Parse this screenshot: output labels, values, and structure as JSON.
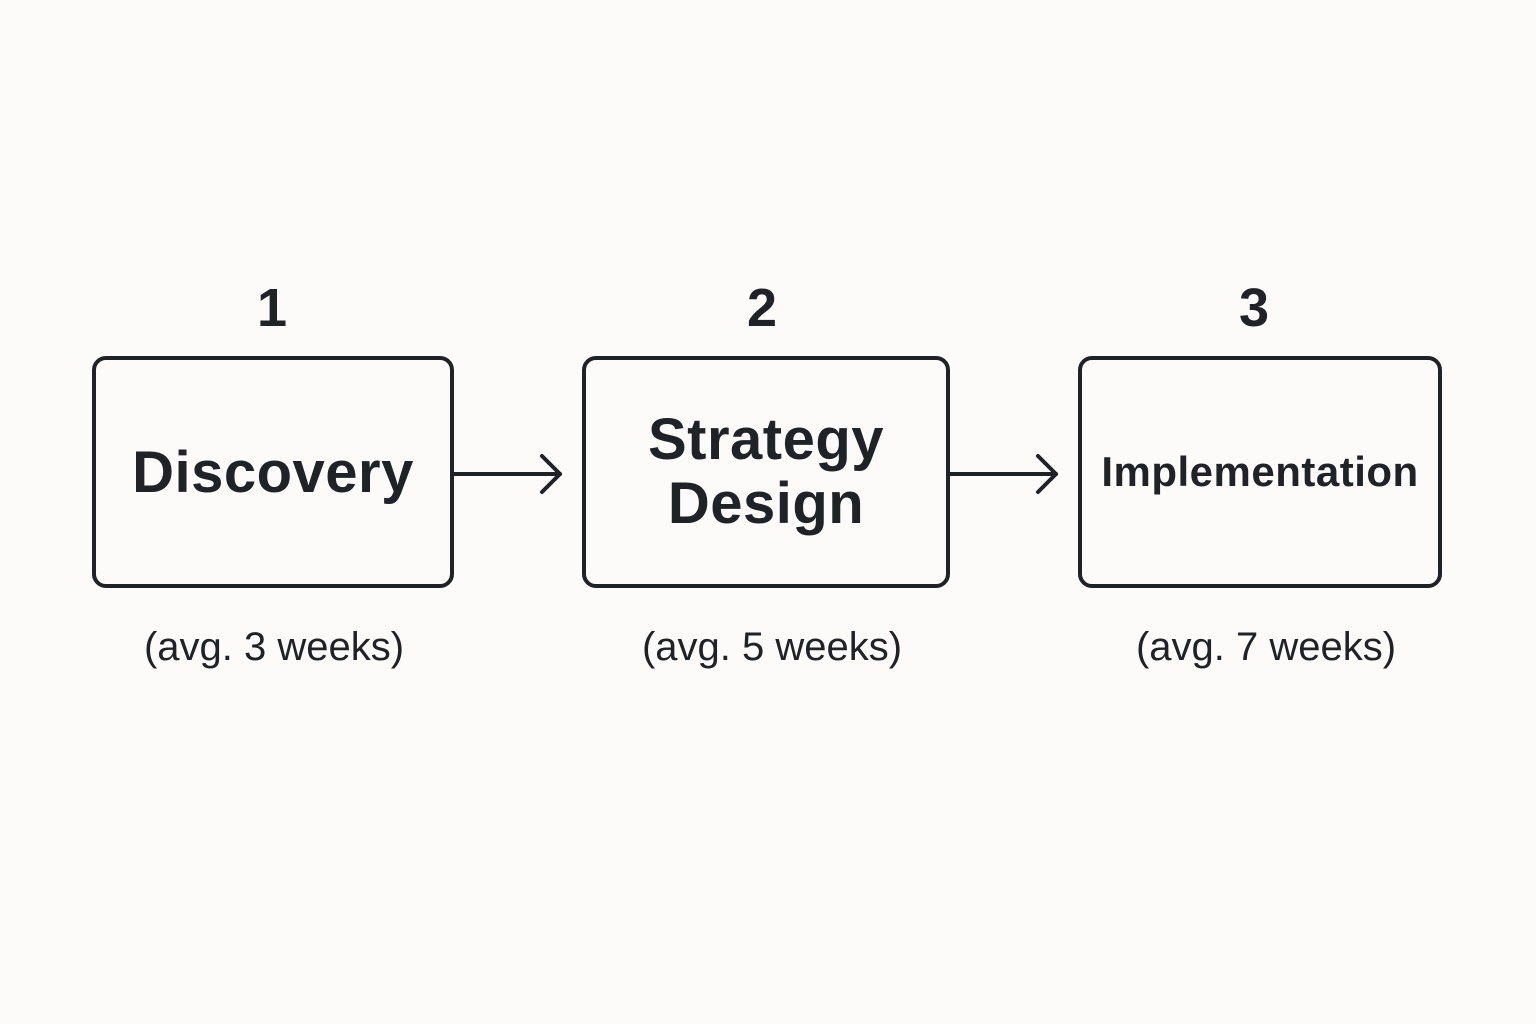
{
  "diagram": {
    "steps": [
      {
        "number": "1",
        "label": "Discovery",
        "duration": "(avg. 3 weeks)"
      },
      {
        "number": "2",
        "label": "Strategy\nDesign",
        "duration": "(avg. 5 weeks)"
      },
      {
        "number": "3",
        "label": "Implementation",
        "duration": "(avg. 7 weeks)"
      }
    ],
    "colors": {
      "stroke": "#1f2226",
      "text": "#1f2226",
      "background": "#fcfbf9"
    }
  }
}
